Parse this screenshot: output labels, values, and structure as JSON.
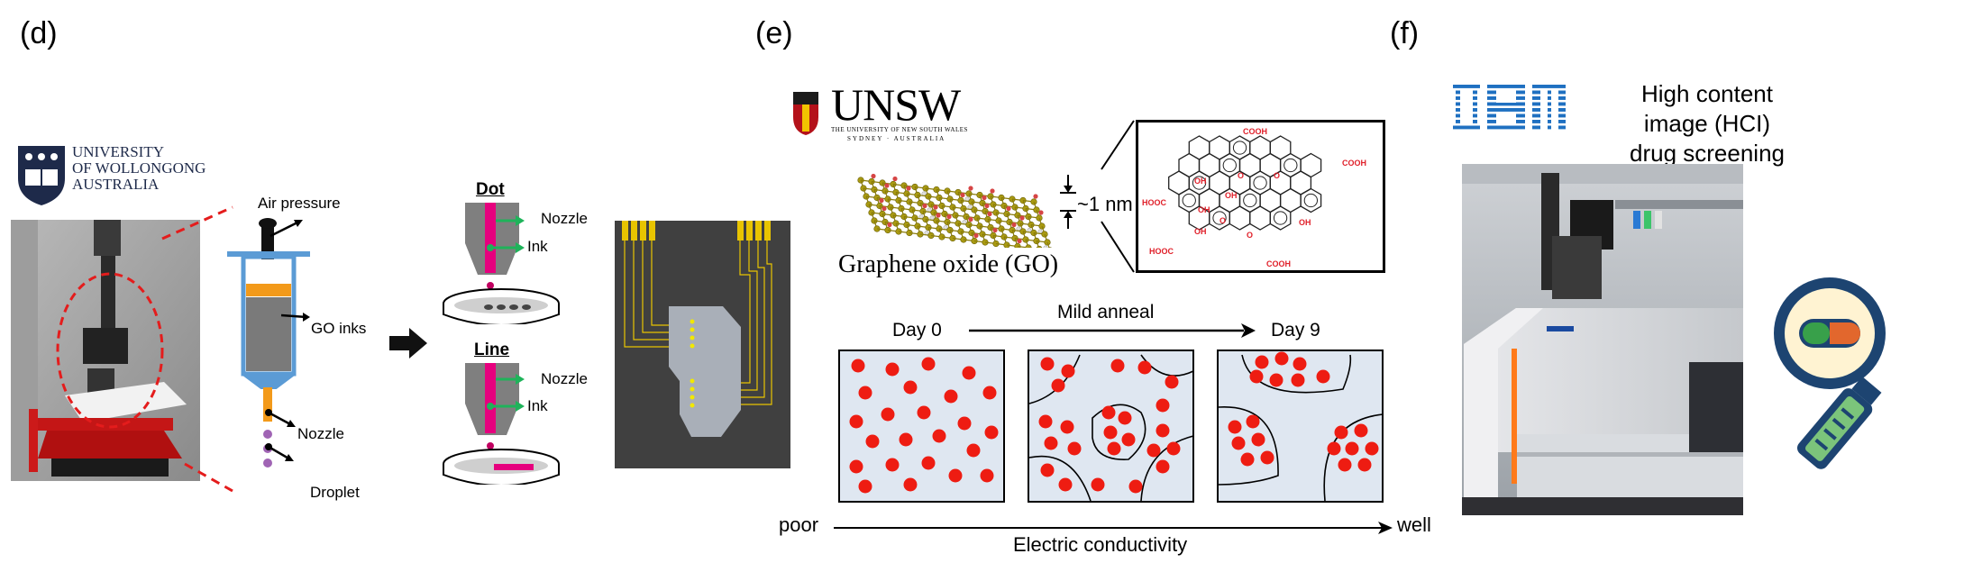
{
  "panels": {
    "d": {
      "label": "(d)",
      "logo": {
        "line1": "UNIVERSITY",
        "line2": "OF WOLLONGONG",
        "line3": "AUSTRALIA"
      },
      "labels": {
        "air_pressure": "Air pressure",
        "go_inks": "GO inks",
        "nozzle": "Nozzle",
        "droplet": "Droplet",
        "dot": "Dot",
        "line": "Line",
        "nozzle_dot": "Nozzle",
        "ink_dot": "Ink",
        "nozzle_line": "Nozzle",
        "ink_line": "Ink"
      }
    },
    "e": {
      "label": "(e)",
      "logo": {
        "name": "UNSW",
        "sub1": "THE UNIVERSITY OF NEW SOUTH WALES",
        "sub2": "SYDNEY · AUSTRALIA"
      },
      "graphene_label": "Graphene oxide (GO)",
      "thickness": "~1 nm",
      "groups": {
        "cooh": "COOH",
        "hooc": "HOOC",
        "oh": "OH",
        "o": "O"
      },
      "anneal": "Mild anneal",
      "day0": "Day 0",
      "day9": "Day 9",
      "poor": "poor",
      "well": "well",
      "axis": "Electric conductivity"
    },
    "f": {
      "label": "(f)",
      "ibm": "IBM",
      "title_line1": "High content image (HCI)",
      "title_line2": "drug screening system"
    }
  },
  "colors": {
    "red_dot": "#ee1c12",
    "nozzle_pink": "#e6007e",
    "ink_green": "#1fb35a",
    "pcb_dark": "#404040",
    "pcb_gold": "#e8c400",
    "ibm_blue": "#1f70c1",
    "chem_red": "#e0202a",
    "cell_bg": "#dfe7f1"
  }
}
